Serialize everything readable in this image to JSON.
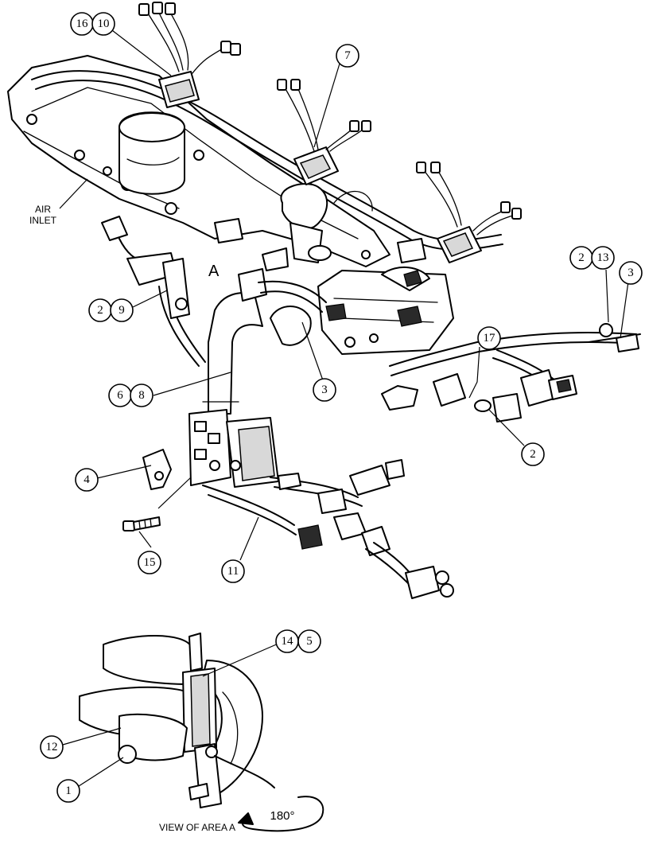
{
  "labels": {
    "air_inlet_line1": "AIR",
    "air_inlet_line2": "INLET",
    "area_marker": "A",
    "view_caption": "VIEW OF AREA A",
    "rotation": "180°"
  },
  "callouts": [
    "16",
    "10",
    "7",
    "2",
    "13",
    "3",
    "9",
    "3",
    "17",
    "6",
    "8",
    "2",
    "4",
    "15",
    "11",
    "14",
    "5",
    "12",
    "1"
  ]
}
